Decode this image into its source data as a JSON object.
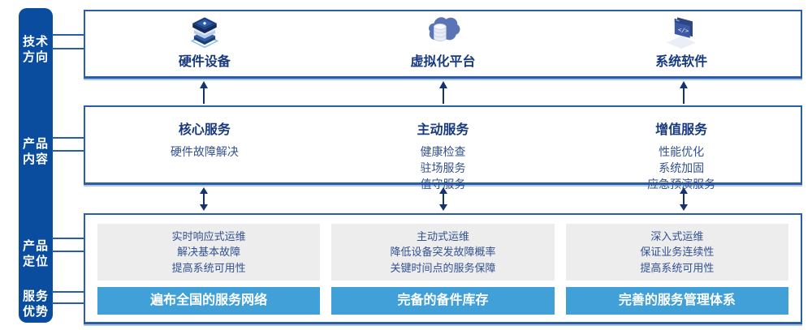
{
  "page": {
    "bg": "#FFFFFF"
  },
  "colors": {
    "sidebar_bg": "#0A4C9E",
    "panel_border": "#2A5CA8",
    "title_text": "#17397F",
    "body_text": "#33518F",
    "bar_bg": "#42A0D8",
    "gray_box_bg": "#EDEDEE",
    "arrow": "#16336E"
  },
  "sidebar": {
    "labels": [
      {
        "line1": "技术",
        "line2": "方向"
      },
      {
        "line1": "产品",
        "line2": "内容"
      },
      {
        "line1": "产品",
        "line2": "定位"
      },
      {
        "line1": "服务",
        "line2": "优势"
      }
    ]
  },
  "tech_row": {
    "items": [
      {
        "label": "硬件设备",
        "icon": "server-stack-icon"
      },
      {
        "label": "虚拟化平台",
        "icon": "cloud-database-icon"
      },
      {
        "label": "系统软件",
        "icon": "code-window-icon"
      }
    ]
  },
  "content_row": {
    "columns": [
      {
        "title": "核心服务",
        "items": [
          "硬件故障解决"
        ]
      },
      {
        "title": "主动服务",
        "items": [
          "健康检查",
          "驻场服务",
          "值守服务"
        ]
      },
      {
        "title": "增值服务",
        "items": [
          "性能优化",
          "系统加固",
          "应急预演服务"
        ]
      }
    ]
  },
  "position_row": {
    "columns": [
      {
        "points": [
          "实时响应式运维",
          "解决基本故障",
          "提高系统可用性"
        ],
        "bar": "遍布全国的服务网络"
      },
      {
        "points": [
          "主动式运维",
          "降低设备突发故障概率",
          "关键时间点的服务保障"
        ],
        "bar": "完备的备件库存"
      },
      {
        "points": [
          "深入式运维",
          "保证业务连续性",
          "提高系统可用性"
        ],
        "bar": "完善的服务管理体系"
      }
    ]
  }
}
